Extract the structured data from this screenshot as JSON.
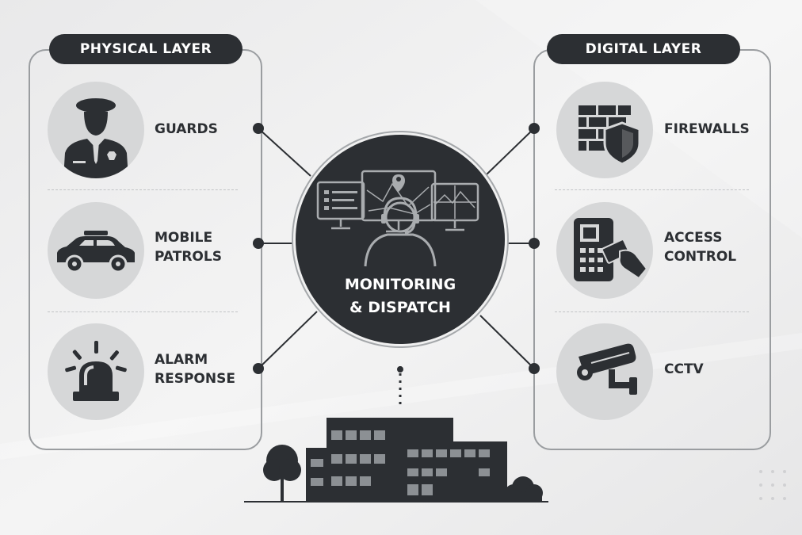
{
  "physical_layer": {
    "title": "PHYSICAL LAYER",
    "items": [
      {
        "label": "GUARDS",
        "icon": "security-guard-icon"
      },
      {
        "label": "MOBILE\nPATROLS",
        "icon": "patrol-car-icon"
      },
      {
        "label": "ALARM\nRESPONSE",
        "icon": "alarm-beacon-icon"
      }
    ]
  },
  "digital_layer": {
    "title": "DIGITAL LAYER",
    "items": [
      {
        "label": "FIREWALLS",
        "icon": "firewall-shield-icon"
      },
      {
        "label": "ACCESS\nCONTROL",
        "icon": "keypad-card-icon"
      },
      {
        "label": "CCTV",
        "icon": "cctv-camera-icon"
      }
    ]
  },
  "hub": {
    "label": "MONITORING\n& DISPATCH",
    "icon": "operator-monitors-icon"
  },
  "building": {
    "icon": "office-building-icon"
  },
  "colors": {
    "dark": "#2c2f33",
    "panel_border": "#9a9da0",
    "icon_bg": "#d6d7d8",
    "background": "#eeeeee"
  }
}
